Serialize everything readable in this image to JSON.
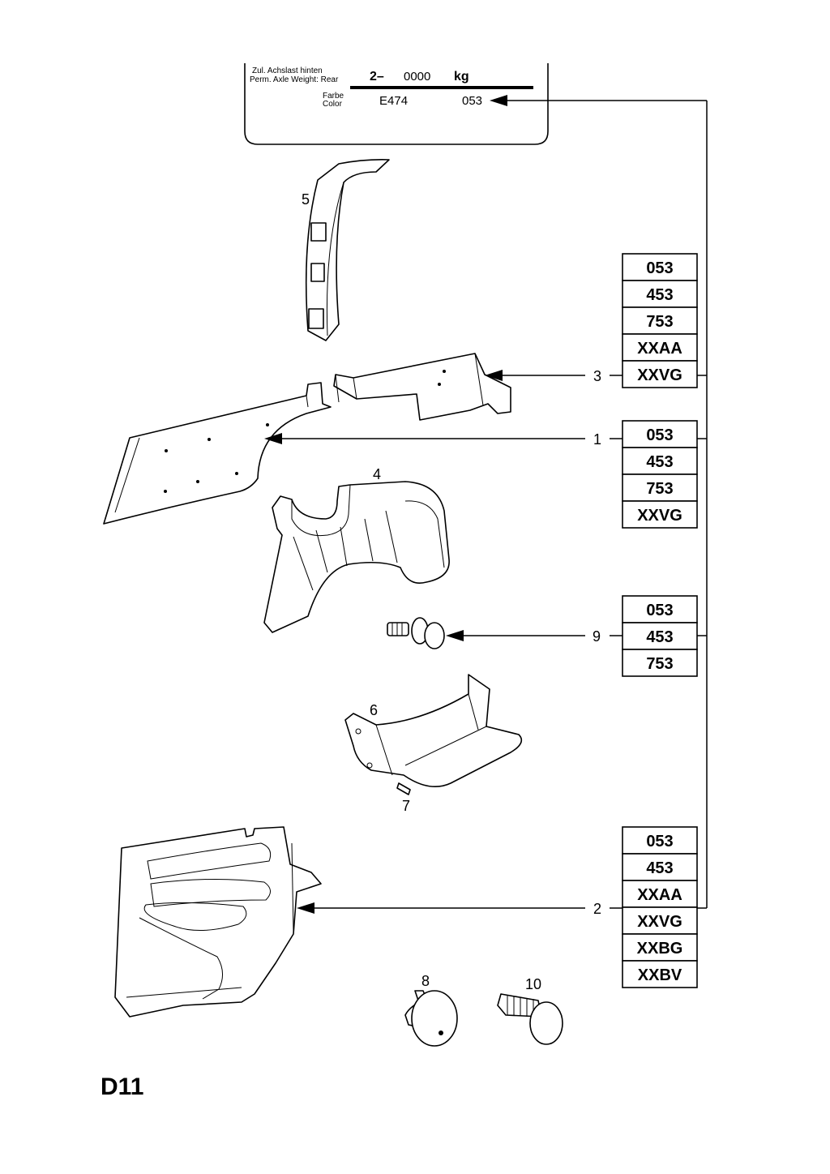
{
  "plate": {
    "axle_label_de": "Zul. Achslast hinten",
    "axle_label_en": "Perm. Axle Weight: Rear",
    "axle_prefix": "2–",
    "axle_value": "0000",
    "axle_unit": "kg",
    "color_label_de": "Farbe",
    "color_label_en": "Color",
    "paint_code": "E474",
    "color_code": "053"
  },
  "callouts": {
    "p1": "1",
    "p2": "2",
    "p3": "3",
    "p4": "4",
    "p5": "5",
    "p6": "6",
    "p7": "7",
    "p8": "8",
    "p9": "9",
    "p10": "10"
  },
  "code_groups": [
    {
      "part": "3",
      "codes": [
        "053",
        "453",
        "753",
        "XXAA",
        "XXVG"
      ]
    },
    {
      "part": "1",
      "codes": [
        "053",
        "453",
        "753",
        "XXVG"
      ]
    },
    {
      "part": "9",
      "codes": [
        "053",
        "453",
        "753"
      ]
    },
    {
      "part": "2",
      "codes": [
        "053",
        "453",
        "XXAA",
        "XXVG",
        "XXBG",
        "XXBV"
      ]
    }
  ],
  "page_id": "D11"
}
